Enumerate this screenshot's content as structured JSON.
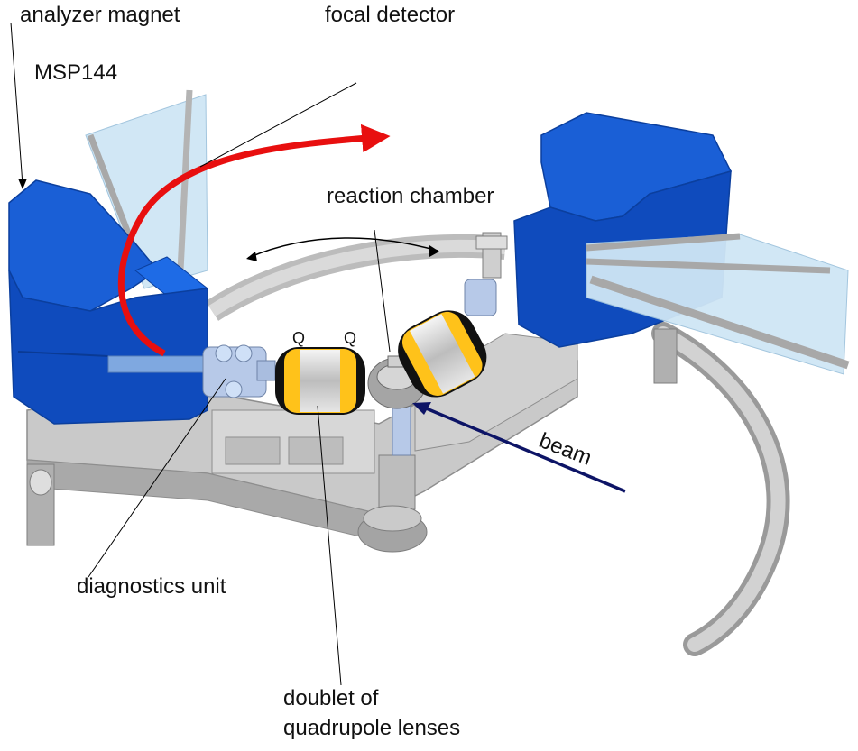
{
  "labels": {
    "analyzer_magnet": "analyzer magnet",
    "msp144": "MSP144",
    "focal_detector": "focal detector",
    "reaction_chamber": "reaction chamber",
    "q1": "Q",
    "q2": "Q",
    "beam": "beam",
    "diagnostics_unit": "diagnostics unit",
    "doublet_line1": "doublet of",
    "doublet_line2": "quadrupole lenses"
  },
  "colors": {
    "magnet_blue": "#1a5fd6",
    "magnet_dark": "#0b3f9e",
    "support_gray": "#c9c9c9",
    "support_dark": "#9a9a9a",
    "detector_glass": "#cfe6f5",
    "lens_yellow": "#ffc21a",
    "lens_black": "#111111",
    "trajectory_red": "#e80f0f",
    "beam_navy": "#0d1466"
  }
}
